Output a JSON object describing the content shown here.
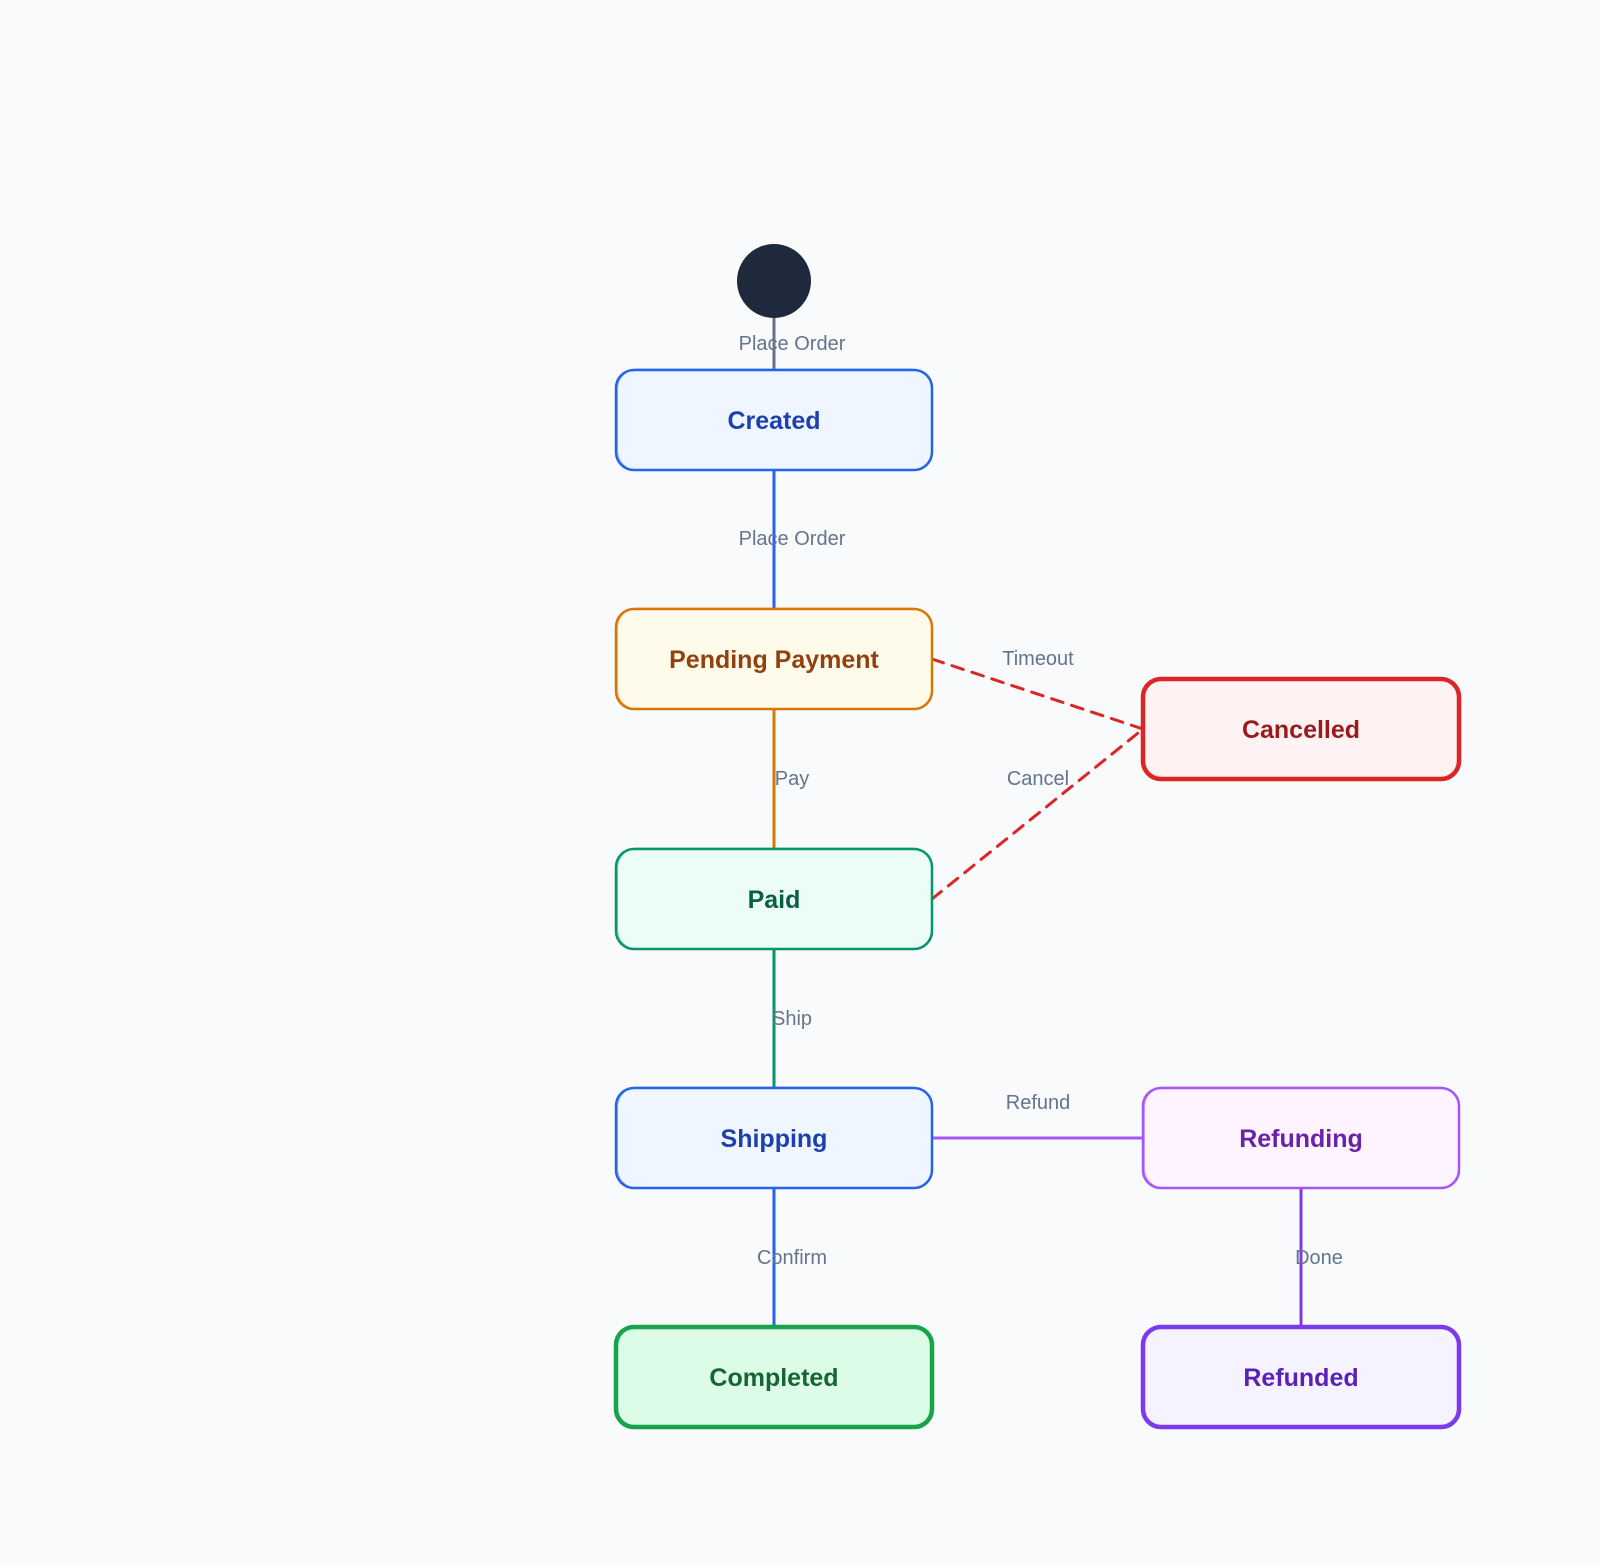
{
  "states": [
    {
      "id": "created",
      "label": "Created",
      "fill": "#eff6ff",
      "stroke": "#2563eb",
      "text": "#1e40af"
    },
    {
      "id": "pending",
      "label": "Pending Payment",
      "fill": "#fffbeb",
      "stroke": "#d97706",
      "text": "#92400e"
    },
    {
      "id": "cancelled",
      "label": "Cancelled",
      "fill": "#fef2f2",
      "stroke": "#dc2626",
      "text": "#991b1b"
    },
    {
      "id": "paid",
      "label": "Paid",
      "fill": "#ecfdf5",
      "stroke": "#059669",
      "text": "#065f46"
    },
    {
      "id": "shipping",
      "label": "Shipping",
      "fill": "#eff6ff",
      "stroke": "#2563eb",
      "text": "#1e40af"
    },
    {
      "id": "refunding",
      "label": "Refunding",
      "fill": "#fdf4ff",
      "stroke": "#a855f7",
      "text": "#6b21a8"
    },
    {
      "id": "completed",
      "label": "Completed",
      "fill": "#dcfce7",
      "stroke": "#16a34a",
      "text": "#166534"
    },
    {
      "id": "refunded",
      "label": "Refunded",
      "fill": "#f5f3ff",
      "stroke": "#7c3aed",
      "text": "#5b21b6"
    }
  ],
  "initial_state": {
    "fill": "#1e293b"
  },
  "transitions": [
    {
      "id": "start-created",
      "from": "start",
      "to": "created",
      "label": "Place Order",
      "color": "#64748b",
      "dashed": false
    },
    {
      "id": "created-pending",
      "from": "created",
      "to": "pending",
      "label": "Place Order",
      "color": "#2563eb",
      "dashed": false
    },
    {
      "id": "pending-paid",
      "from": "pending",
      "to": "paid",
      "label": "Pay",
      "color": "#d97706",
      "dashed": false
    },
    {
      "id": "pending-cancelled",
      "from": "pending",
      "to": "cancelled",
      "label": "Timeout",
      "color": "#dc2626",
      "dashed": true
    },
    {
      "id": "paid-cancelled",
      "from": "paid",
      "to": "cancelled",
      "label": "Cancel",
      "color": "#dc2626",
      "dashed": true
    },
    {
      "id": "paid-shipping",
      "from": "paid",
      "to": "shipping",
      "label": "Ship",
      "color": "#059669",
      "dashed": false
    },
    {
      "id": "shipping-refunding",
      "from": "shipping",
      "to": "refunding",
      "label": "Refund",
      "color": "#a855f7",
      "dashed": false
    },
    {
      "id": "shipping-completed",
      "from": "shipping",
      "to": "completed",
      "label": "Confirm",
      "color": "#2563eb",
      "dashed": false
    },
    {
      "id": "refunding-refunded",
      "from": "refunding",
      "to": "refunded",
      "label": "Done",
      "color": "#7c3aed",
      "dashed": false
    }
  ]
}
